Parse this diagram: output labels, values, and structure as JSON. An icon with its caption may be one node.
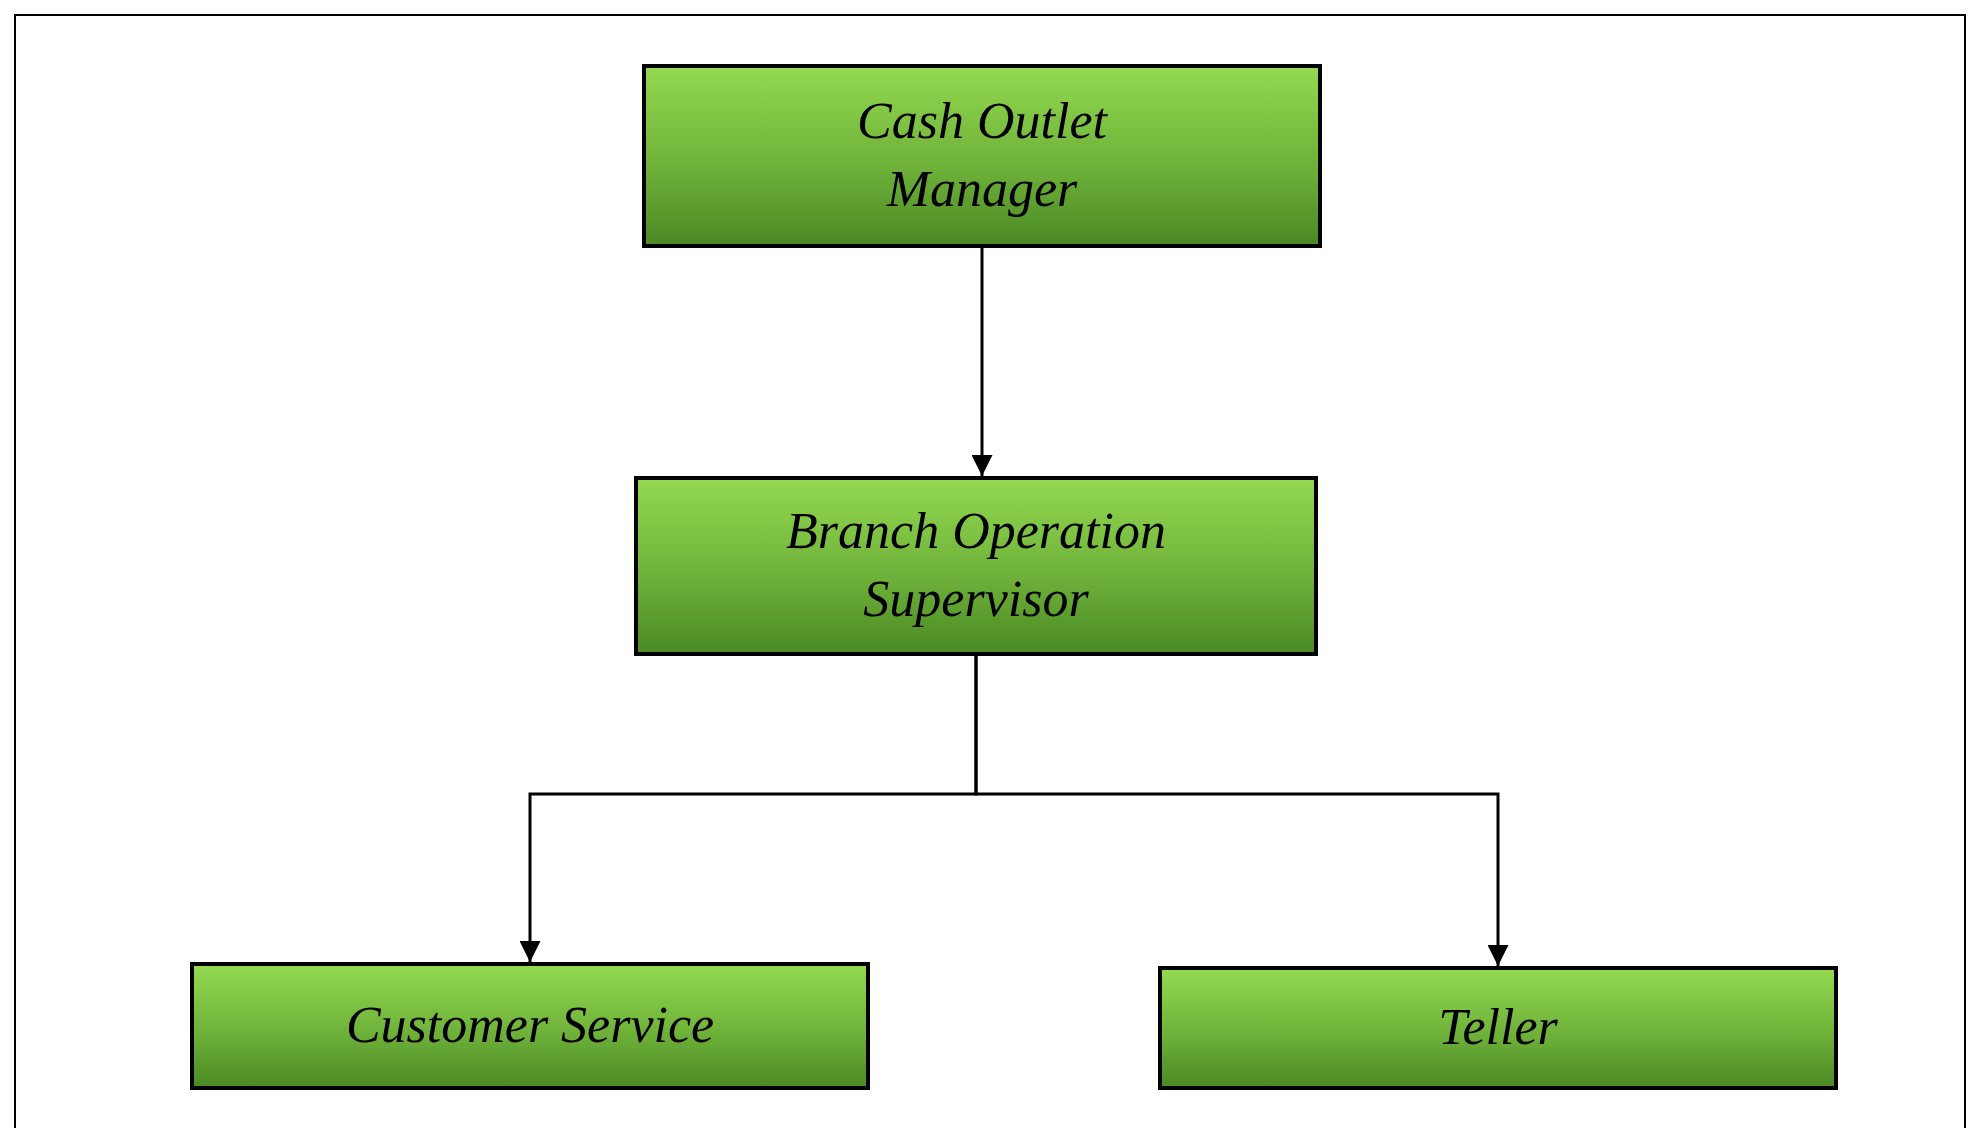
{
  "diagram": {
    "nodes": [
      {
        "text": [
          "Cash Outlet Manager"
        ]
      },
      {
        "text": [
          "Branch Operation Supervisor"
        ]
      },
      {
        "text": [
          "Customer Service"
        ]
      },
      {
        "text": [
          "Teller"
        ]
      }
    ],
    "edges": [
      {
        "from": 0,
        "to": 1,
        "arrow": "to"
      },
      {
        "from": 1,
        "to": 2,
        "arrow": "to"
      },
      {
        "from": 1,
        "to": 3,
        "arrow": "to"
      }
    ]
  }
}
